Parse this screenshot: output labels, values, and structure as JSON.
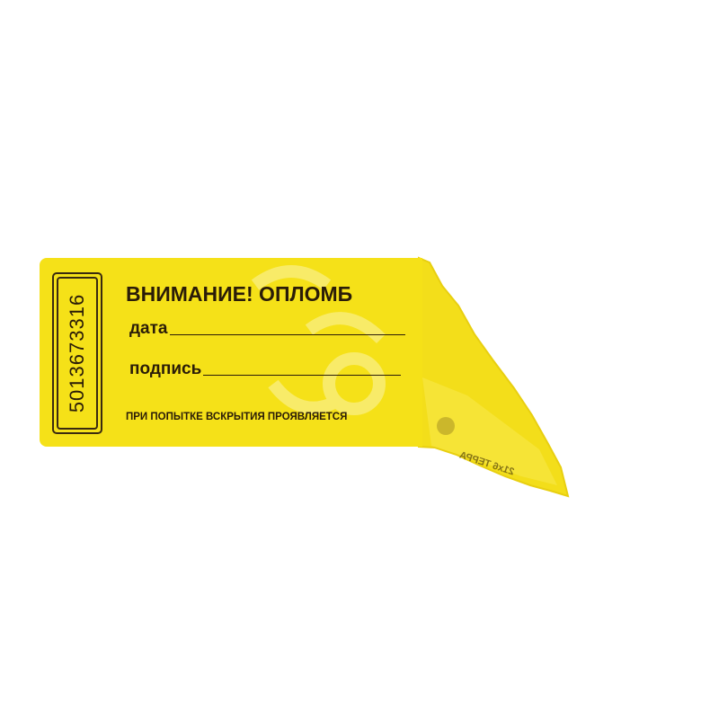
{
  "colors": {
    "sticker": "#f5e118",
    "ink": "#2a1c08",
    "background": "#ffffff"
  },
  "seal": {
    "serial": "5013673316",
    "heading": "ВНИМАНИЕ! ОПЛОМБ",
    "date_label": "дата",
    "signature_label": "подпись",
    "bottom_text": "ПРИ ПОПЫТКЕ ВСКРЫТИЯ ПРОЯВЛЯЕТСЯ",
    "peel_text": "21x6 ТЕРРА"
  }
}
